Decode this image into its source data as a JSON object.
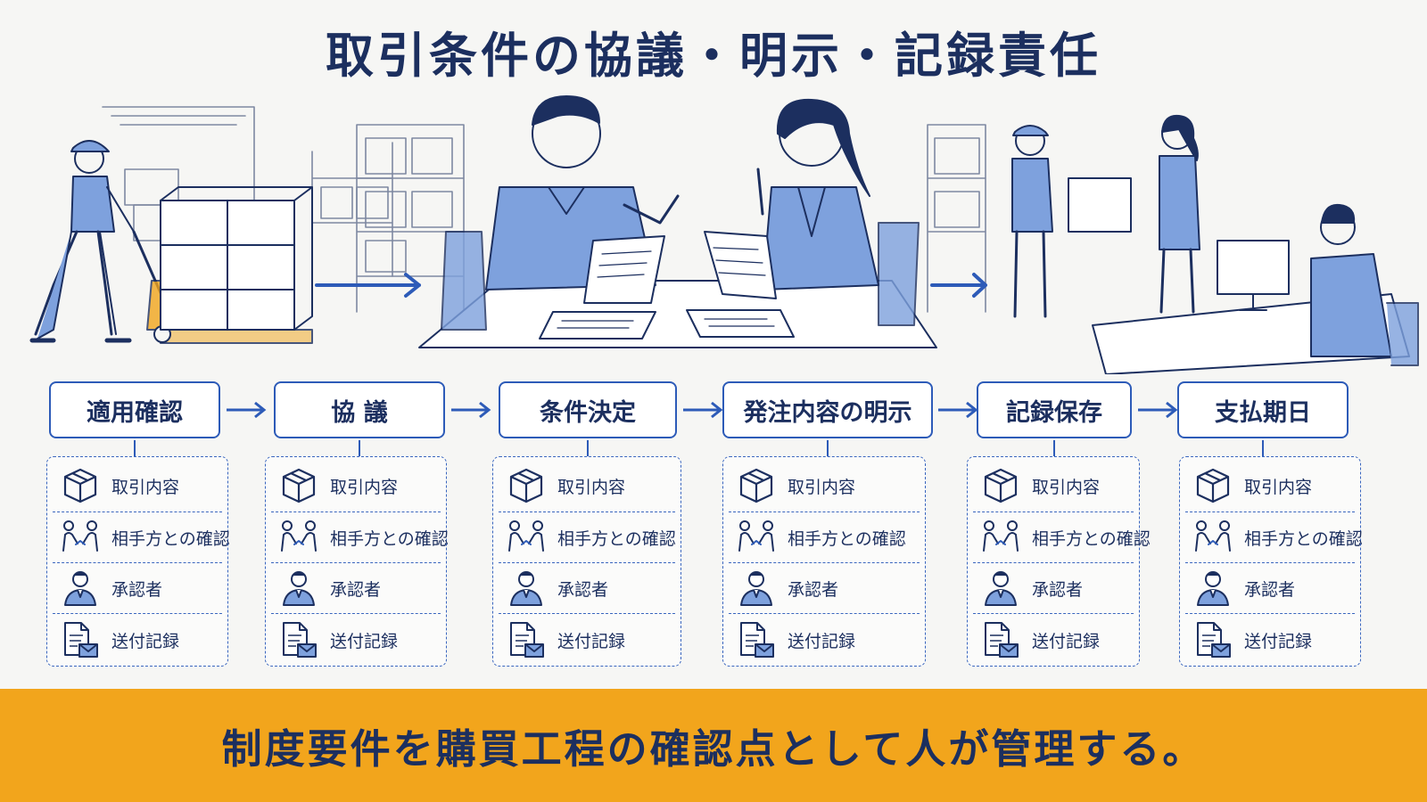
{
  "title": "取引条件の協議・明示・記録責任",
  "steps": [
    {
      "label": "適用確認"
    },
    {
      "label": "協 議"
    },
    {
      "label": "条件決定"
    },
    {
      "label": "発注内容の明示"
    },
    {
      "label": "記録保存"
    },
    {
      "label": "支払期日"
    }
  ],
  "checklist": [
    {
      "icon": "box-icon",
      "label": "取引内容"
    },
    {
      "icon": "handshake-people-icon",
      "label": "相手方との確認"
    },
    {
      "icon": "approver-person-icon",
      "label": "承認者"
    },
    {
      "icon": "document-mail-icon",
      "label": "送付記録"
    }
  ],
  "banner": "制度要件を購買工程の確認点として人が管理する。",
  "colors": {
    "accent": "#2d5bb8",
    "navy": "#1c2f5f",
    "banner": "#f2a51c",
    "fill": "#7ea1dd"
  }
}
